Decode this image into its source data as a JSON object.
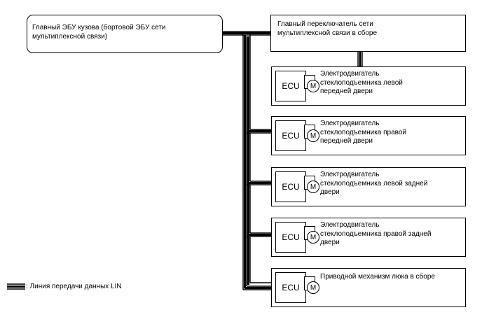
{
  "main_ecu": {
    "label": "Главный ЭБУ кузова (бортовой ЭБУ сети\nмультиплексной связи)"
  },
  "master_switch": {
    "label": "Главный переключатель сети\nмультиплексной связи в сборе"
  },
  "ecu_label": "ECU",
  "motor_label": "M",
  "devices": [
    {
      "label": "Электродвигатель\nстеклоподъемника левой\nпередней двери"
    },
    {
      "label": "Электродвигатель\nстеклоподъемника правой\nпередней двери"
    },
    {
      "label": "Электродвигатель\nстеклоподъемника левой задней\nдвери"
    },
    {
      "label": "Электродвигатель\nстеклоподъемника правой задней\nдвери"
    },
    {
      "label": "Приводной механизм люка в сборе"
    }
  ],
  "legend": {
    "label": ": Линия передачи данных LIN"
  }
}
